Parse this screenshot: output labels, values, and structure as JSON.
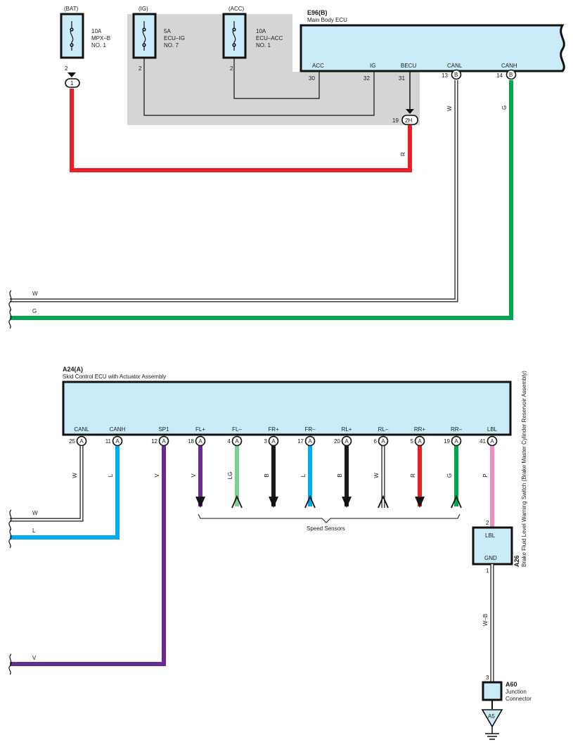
{
  "colors": {
    "red": "#ee1c25",
    "green": "#00a650",
    "blue": "#00aeef",
    "purple": "#6a2c91",
    "light_green": "#7fcd96",
    "black": "#1a1a1a",
    "pink": "#f28bbf",
    "box_fill": "#c9ecf8",
    "shade": "#d5d5d5"
  },
  "fuses": {
    "bat": {
      "source": "(BAT)",
      "rating": "10A",
      "name1": "MPX–B",
      "name2": "NO. 1",
      "pin": "2",
      "connector": "1"
    },
    "ig": {
      "source": "(IG)",
      "rating": "5A",
      "name1": "ECU–IG",
      "name2": "NO. 7",
      "pin": "2"
    },
    "acc": {
      "source": "(ACC)",
      "rating": "10A",
      "name1": "ECU–ACC",
      "name2": "NO. 1",
      "pin": "2"
    }
  },
  "main_body_ecu": {
    "code": "E96(B)",
    "name": "Main Body ECU",
    "terminals": {
      "acc": {
        "label": "ACC",
        "pin": "30"
      },
      "ig": {
        "label": "IG",
        "pin": "32"
      },
      "becu": {
        "label": "BECU",
        "pin": "31"
      },
      "canl": {
        "label": "CANL",
        "pin": "13",
        "conn": "B"
      },
      "canh": {
        "label": "CANH",
        "pin": "14",
        "conn": "B"
      }
    },
    "junction": {
      "pin": "19",
      "label": "2H"
    }
  },
  "wires_top": {
    "red": "R",
    "canl": "W",
    "canh": "G",
    "bus_w": "W",
    "bus_g": "G"
  },
  "skid_ecu": {
    "code": "A24(A)",
    "name": "Skid Control ECU with Actuator Assembly",
    "terminals": [
      {
        "label": "CANL",
        "pin": "25",
        "conn": "A",
        "wire": "W"
      },
      {
        "label": "CANH",
        "pin": "11",
        "conn": "A",
        "wire": "L"
      },
      {
        "label": "SP1",
        "pin": "12",
        "conn": "A",
        "wire": "V"
      },
      {
        "label": "FL+",
        "pin": "18",
        "conn": "A",
        "wire": "V"
      },
      {
        "label": "FL–",
        "pin": "4",
        "conn": "A",
        "wire": "LG"
      },
      {
        "label": "FR+",
        "pin": "3",
        "conn": "A",
        "wire": "B"
      },
      {
        "label": "FR–",
        "pin": "17",
        "conn": "A",
        "wire": "L"
      },
      {
        "label": "RL+",
        "pin": "20",
        "conn": "A",
        "wire": "B"
      },
      {
        "label": "RL–",
        "pin": "6",
        "conn": "A",
        "wire": "W"
      },
      {
        "label": "RR+",
        "pin": "5",
        "conn": "A",
        "wire": "R"
      },
      {
        "label": "RR–",
        "pin": "19",
        "conn": "A",
        "wire": "G"
      },
      {
        "label": "LBL",
        "pin": "41",
        "conn": "A",
        "wire": "P"
      }
    ],
    "speed_sensors": "Speed Sensors"
  },
  "wires_bottom": {
    "bus_w": "W",
    "bus_l": "L",
    "bus_v": "V"
  },
  "level_switch": {
    "code": "A26",
    "name": "Brake Fluid Level Warning Switch (Brake Master Cylinder Reservoir Assembly)",
    "top_label": "LBL",
    "bottom_label": "GND",
    "pin_top": "2",
    "pin_bottom": "1",
    "wire": "W–B"
  },
  "junction_connector": {
    "code": "A60",
    "name1": "Junction",
    "name2": "Connector",
    "pin": "3",
    "ground": "A5"
  }
}
